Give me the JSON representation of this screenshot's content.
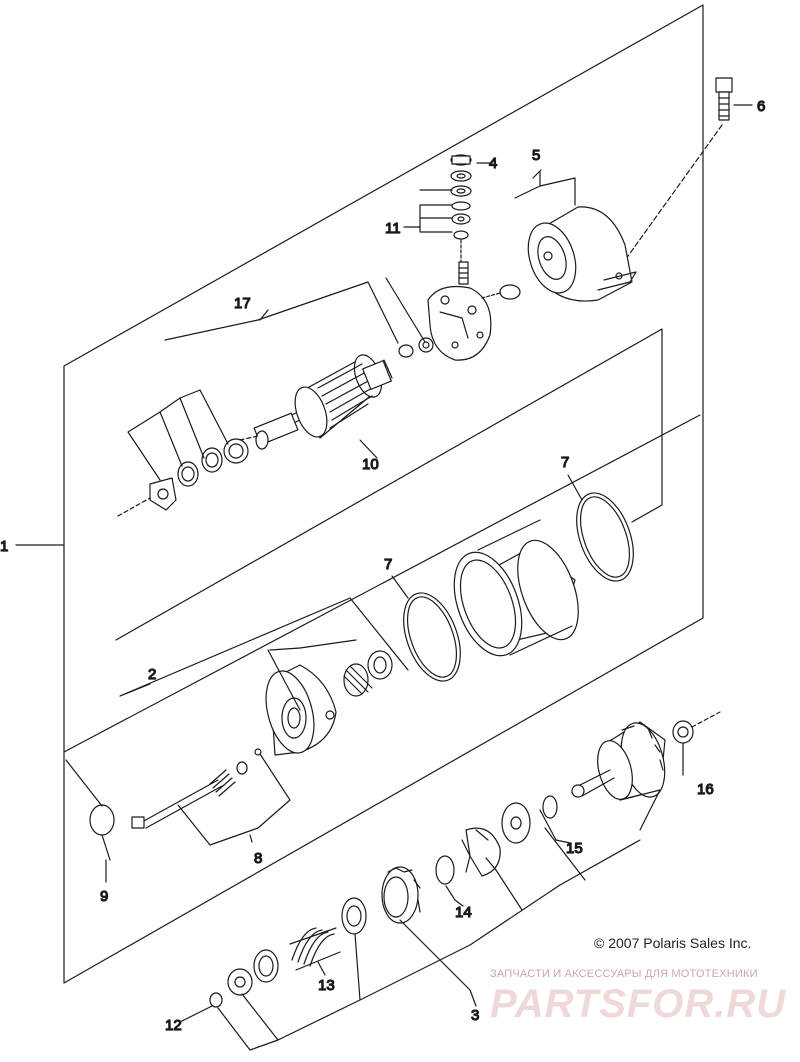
{
  "callouts": {
    "c1": "1",
    "c2": "2",
    "c3": "3",
    "c4": "4",
    "c5": "5",
    "c6": "6",
    "c7a": "7",
    "c7b": "7",
    "c8": "8",
    "c9": "9",
    "c10": "10",
    "c11": "11",
    "c12": "12",
    "c13": "13",
    "c14": "14",
    "c15": "15",
    "c16": "16",
    "c17": "17"
  },
  "copyright": "© 2007 Polaris Sales Inc.",
  "watermark": {
    "tagline": "ЗАПЧАСТИ И АКСЕССУАРЫ ДЛЯ МОТОТЕХНИКИ",
    "logo": "PARTSFOR.RU"
  }
}
